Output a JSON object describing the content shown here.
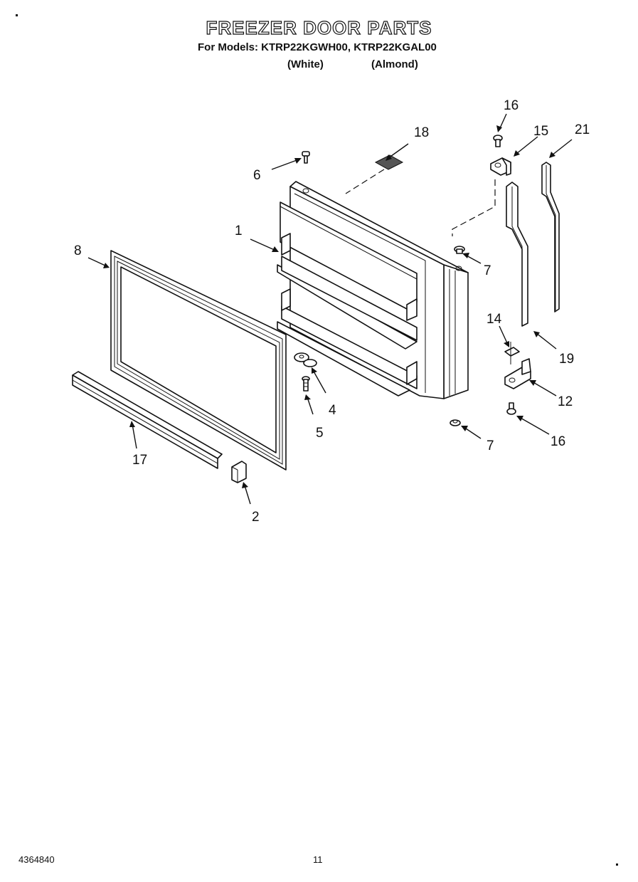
{
  "header": {
    "title": "FREEZER DOOR PARTS",
    "models_line": "For Models: KTRP22KGWH00, KTRP22KGAL00",
    "variant_white": "(White)",
    "variant_almond": "(Almond)"
  },
  "footer": {
    "doc_number": "4364840",
    "page_number": "11"
  },
  "callouts": {
    "c1": "1",
    "c2": "2",
    "c4": "4",
    "c5": "5",
    "c6": "6",
    "c7a": "7",
    "c7b": "7",
    "c8": "8",
    "c12": "12",
    "c14": "14",
    "c15": "15",
    "c16a": "16",
    "c16b": "16",
    "c17": "17",
    "c18": "18",
    "c19": "19",
    "c21": "21"
  }
}
